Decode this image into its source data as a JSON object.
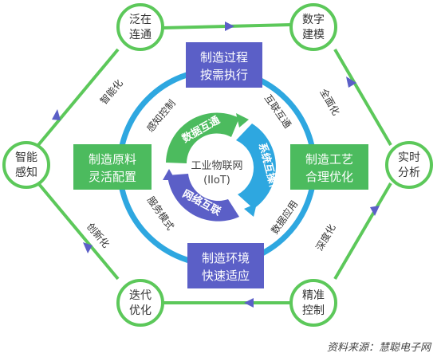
{
  "hex_nodes": [
    {
      "line1": "泛在",
      "line2": "连通"
    },
    {
      "line1": "数字",
      "line2": "建模"
    },
    {
      "line1": "实时",
      "line2": "分析"
    },
    {
      "line1": "精准",
      "line2": "控制"
    },
    {
      "line1": "迭代",
      "line2": "优化"
    },
    {
      "line1": "智能",
      "line2": "感知"
    }
  ],
  "hex_edge_labels": {
    "right_upper": "全面化",
    "right_lower": "深度化",
    "left_lower": "创新化",
    "left_upper": "智能化"
  },
  "boxes": {
    "top": {
      "line1": "制造过程",
      "line2": "按需执行"
    },
    "right": {
      "line1": "制造工艺",
      "line2": "合理优化"
    },
    "bottom": {
      "line1": "制造环境",
      "line2": "快速适应"
    },
    "left": {
      "line1": "制造原料",
      "line2": "灵活配置"
    }
  },
  "ring_labels": {
    "upper_left": "感知控制",
    "upper_right": "互联互通",
    "lower_right": "数据应用",
    "lower_left": "服务模式"
  },
  "center": {
    "segments": [
      "数据互通",
      "系统互操作",
      "网络互联"
    ],
    "line1": "工业物联网",
    "line2": "(IIoT)"
  },
  "source": "资料来源：慧聪电子网",
  "colors": {
    "hex_green": "#5cc85a",
    "box_purple": "#5b5fc7",
    "box_green": "#4cbb5e",
    "ring_blue": "#2ea7e0",
    "seg_green": "#4cbb5e",
    "seg_blue": "#2ea7e0",
    "seg_purple": "#5b5fc7",
    "arrow_purple": "#5b5fc7"
  }
}
